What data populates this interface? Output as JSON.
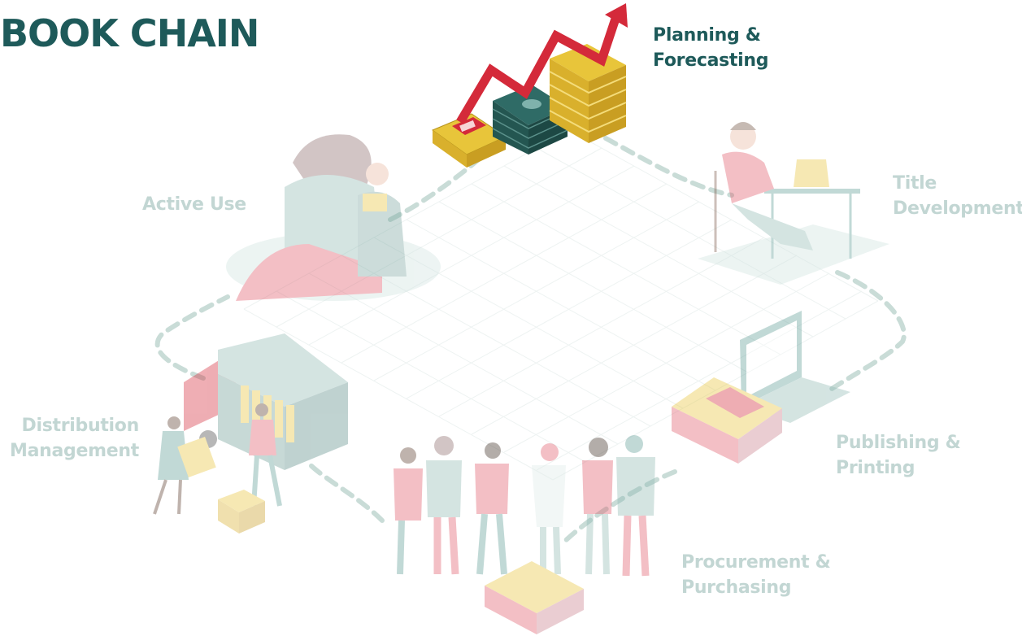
{
  "title": "BOOK CHAIN",
  "stages": {
    "planning": {
      "line1": "Planning &",
      "line2": "Forecasting"
    },
    "title_dev": {
      "line1": "Title",
      "line2": "Development"
    },
    "active_use": {
      "line1": "Active Use"
    },
    "distribution": {
      "line1": "Distribution",
      "line2": "Management"
    },
    "publishing": {
      "line1": "Publishing &",
      "line2": "Printing"
    },
    "procurement": {
      "line1": "Procurement &",
      "line2": "Purchasing"
    }
  },
  "active_stage": "planning",
  "colors": {
    "title": "#1e5a5a",
    "muted_label": "#c2d6d3",
    "arrow": "#d42a3a",
    "gold": "#e8c53a",
    "teal": "#2f6b66",
    "pink": "#f2b4bb",
    "pale_teal": "#cfe3df",
    "path": "#c9dcd7"
  }
}
